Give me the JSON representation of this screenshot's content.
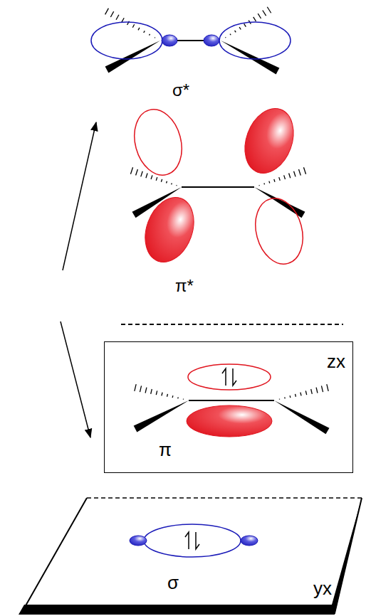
{
  "diagram": {
    "nodes": [
      {
        "text": [
          "zx",
          "π"
        ]
      },
      {
        "text": [
          "σ",
          "yx"
        ]
      }
    ],
    "labels": [
      "σ*",
      "π*"
    ]
  }
}
